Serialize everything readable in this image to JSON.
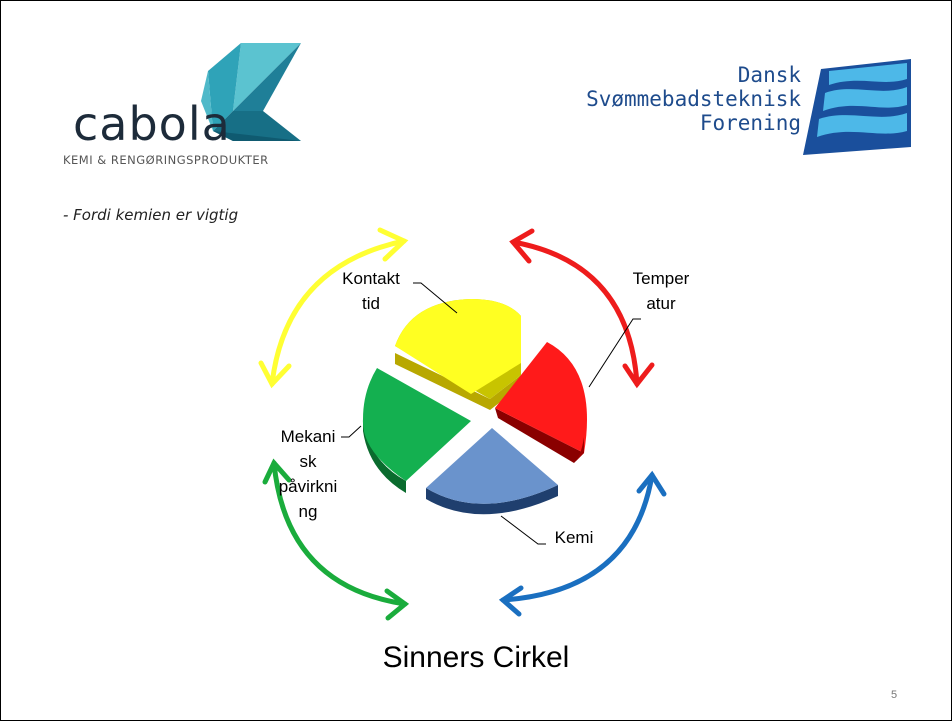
{
  "logos": {
    "cabola_name": "cabola",
    "cabola_subtitle": "KEMI & RENGØRINGSPRODUKTER",
    "dsf_lines": [
      "Dansk",
      "Svømmebadsteknisk",
      "Forening"
    ]
  },
  "tagline": "- Fordi kemien er vigtig",
  "diagram": {
    "segments": [
      {
        "label_lines": [
          "Kontakt",
          "tid"
        ],
        "color": "#ffff00"
      },
      {
        "label_lines": [
          "Temper",
          "atur"
        ],
        "color": "#ff0000"
      },
      {
        "label_lines": [
          "Kemi"
        ],
        "color": "#6a93cc"
      },
      {
        "label_lines": [
          "Mekani",
          "sk",
          "påvirkni",
          "ng"
        ],
        "color": "#14b050"
      }
    ],
    "arrow_colors": {
      "top_left": "#ffff33",
      "top_right": "#ee1c1c",
      "bottom_right": "#1a6fc0",
      "bottom_left": "#1aac3c"
    }
  },
  "title": "Sinners Cirkel",
  "page_number": "5"
}
